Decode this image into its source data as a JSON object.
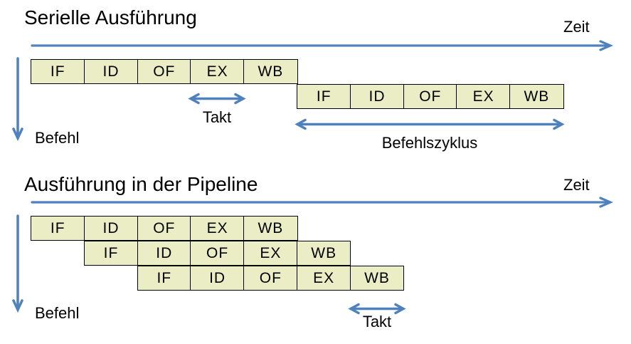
{
  "colors": {
    "accent_blue": "#4F81BD",
    "box_fill": "#EBEEC4",
    "box_border": "#000000",
    "background": "#FFFFFF"
  },
  "serial": {
    "title": "Serielle Ausführung",
    "time_label": "Zeit",
    "instruction_label": "Befehl",
    "clock_label": "Takt",
    "cycle_label": "Befehlszyklus",
    "rows": [
      [
        "IF",
        "ID",
        "OF",
        "EX",
        "WB"
      ],
      [
        "IF",
        "ID",
        "OF",
        "EX",
        "WB"
      ]
    ]
  },
  "pipeline": {
    "title": "Ausführung in der Pipeline",
    "time_label": "Zeit",
    "instruction_label": "Befehl",
    "clock_label": "Takt",
    "rows": [
      [
        "IF",
        "ID",
        "OF",
        "EX",
        "WB"
      ],
      [
        "IF",
        "ID",
        "OF",
        "EX",
        "WB"
      ],
      [
        "IF",
        "ID",
        "OF",
        "EX",
        "WB"
      ]
    ]
  }
}
